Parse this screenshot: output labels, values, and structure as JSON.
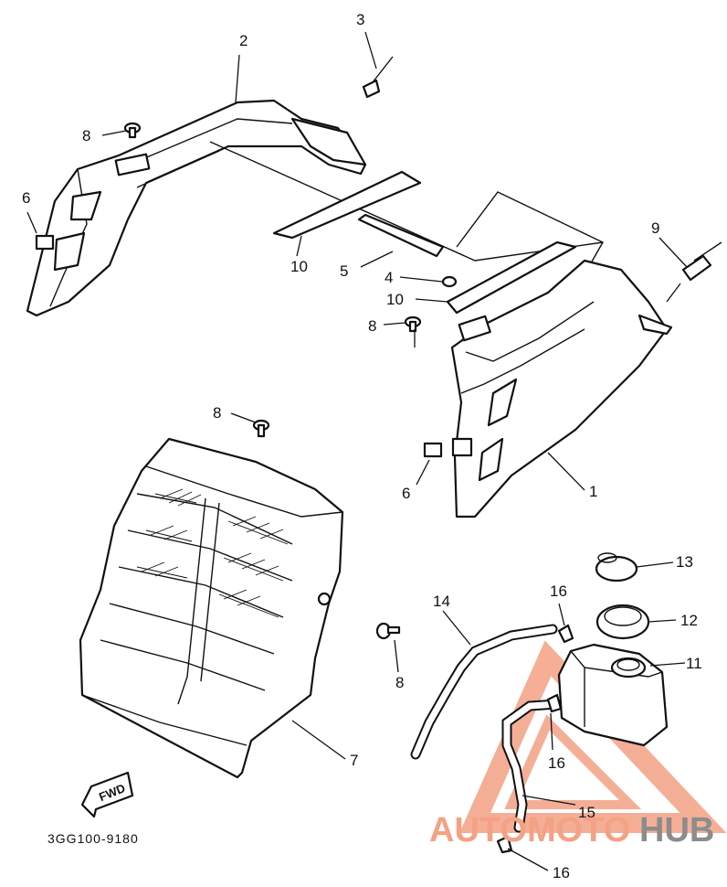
{
  "diagram": {
    "drawing_code": "3GG100-9180",
    "fwd_label": "FWD",
    "callouts": [
      {
        "id": "c1",
        "label": "1"
      },
      {
        "id": "c2",
        "label": "2"
      },
      {
        "id": "c3",
        "label": "3"
      },
      {
        "id": "c4",
        "label": "4"
      },
      {
        "id": "c5",
        "label": "5"
      },
      {
        "id": "c6a",
        "label": "6"
      },
      {
        "id": "c6b",
        "label": "6"
      },
      {
        "id": "c7",
        "label": "7"
      },
      {
        "id": "c8a",
        "label": "8"
      },
      {
        "id": "c8b",
        "label": "8"
      },
      {
        "id": "c8c",
        "label": "8"
      },
      {
        "id": "c8d",
        "label": "8"
      },
      {
        "id": "c9",
        "label": "9"
      },
      {
        "id": "c10a",
        "label": "10"
      },
      {
        "id": "c10b",
        "label": "10"
      },
      {
        "id": "c11",
        "label": "11"
      },
      {
        "id": "c12",
        "label": "12"
      },
      {
        "id": "c13",
        "label": "13"
      },
      {
        "id": "c14",
        "label": "14"
      },
      {
        "id": "c15",
        "label": "15"
      },
      {
        "id": "c16a",
        "label": "16"
      },
      {
        "id": "c16b",
        "label": "16"
      },
      {
        "id": "c16c",
        "label": "16"
      }
    ]
  },
  "watermark": {
    "part1": "AUTOMOTO",
    "part2": "HUB",
    "color_primary": "#f4a184",
    "color_secondary": "#8c8c8c"
  }
}
